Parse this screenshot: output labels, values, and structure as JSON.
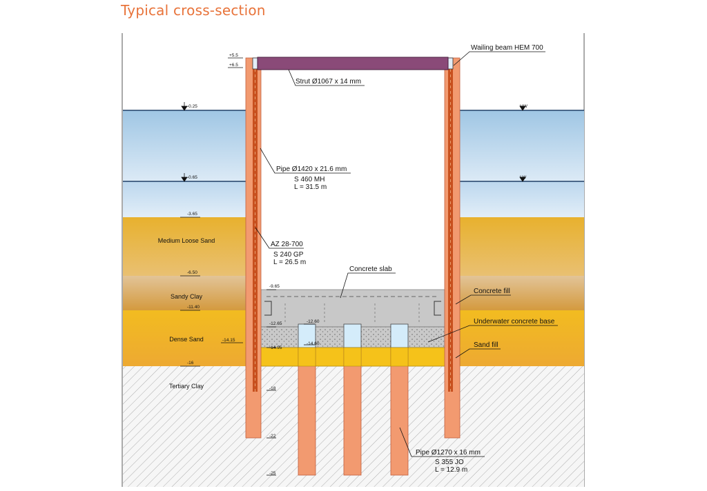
{
  "title": "Typical cross-section",
  "colors": {
    "water_top": "#a9cbe6",
    "water_bottom": "#dbeaf6",
    "medium_loose_sand": "#e6b43c",
    "sandy_clay": "#d4a45a",
    "dense_sand": "#f0b428",
    "tertiary_clay": "#f4f4f4",
    "pile_orange": "#f29a70",
    "sheet_pile_dark": "#c8501e",
    "strut_purple": "#8a4a78",
    "concrete_grey": "#c8c8c8",
    "sand_fill_yellow": "#f5c21a",
    "pipe_head_blue": "#d4ecfa"
  },
  "levels": {
    "top1": "+5.5",
    "top2": "+6.5",
    "hw": "-0.25",
    "lw": "-0.65",
    "water_bottom": "-3.65",
    "sand_bottom": "-6.50",
    "clay_bottom": "-11.40",
    "slab_top": "-9.65",
    "base_top": "-12.65",
    "pipe_head_top": "-12.60",
    "pipe_head_bottom": "-14.60",
    "fill_left": "-14.15",
    "base_bottom": "-14.95",
    "dense_bottom": "-16",
    "sheet_toe": "-18",
    "pipe_toe": "-22",
    "pile_toe": "-25"
  },
  "water_labels": {
    "hw": "HW",
    "lw": "LW"
  },
  "layers": {
    "medium_loose_sand": "Medium Loose Sand",
    "sandy_clay": "Sandy Clay",
    "dense_sand": "Dense Sand",
    "tertiary_clay": "Tertiary Clay"
  },
  "annotations": {
    "waling_beam": "Wailing beam HEM 700",
    "strut": "Strut Ø1067 x 14 mm",
    "pipe_main": [
      "Pipe Ø1420 x 21.6 mm",
      "S 460 MH",
      "L = 31.5 m"
    ],
    "az_sheet": [
      "AZ 28-700",
      "S 240 GP",
      "L = 26.5 m"
    ],
    "concrete_slab": "Concrete slab",
    "concrete_fill": "Concrete fill",
    "underwater_base": "Underwater concrete base",
    "sand_fill": "Sand fill",
    "pipe_bearing": [
      "Pipe Ø1270 x 16 mm",
      "S 355 JO",
      "L = 12.9 m"
    ]
  }
}
